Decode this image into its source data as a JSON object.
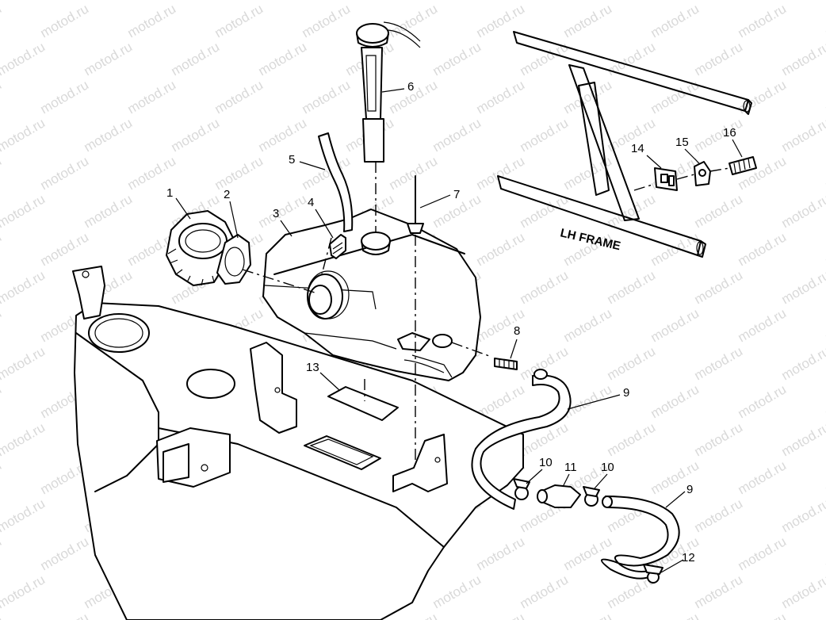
{
  "watermark": "motod.ru",
  "frame_label": "LH FRAME",
  "callouts": {
    "c1": "1",
    "c2": "2",
    "c3": "3",
    "c4": "4",
    "c5": "5",
    "c6": "6",
    "c7": "7",
    "c8": "8",
    "c9a": "9",
    "c9b": "9",
    "c10a": "10",
    "c10b": "10",
    "c11": "11",
    "c12": "12",
    "c13": "13",
    "c14": "14",
    "c15": "15",
    "c16": "16"
  }
}
